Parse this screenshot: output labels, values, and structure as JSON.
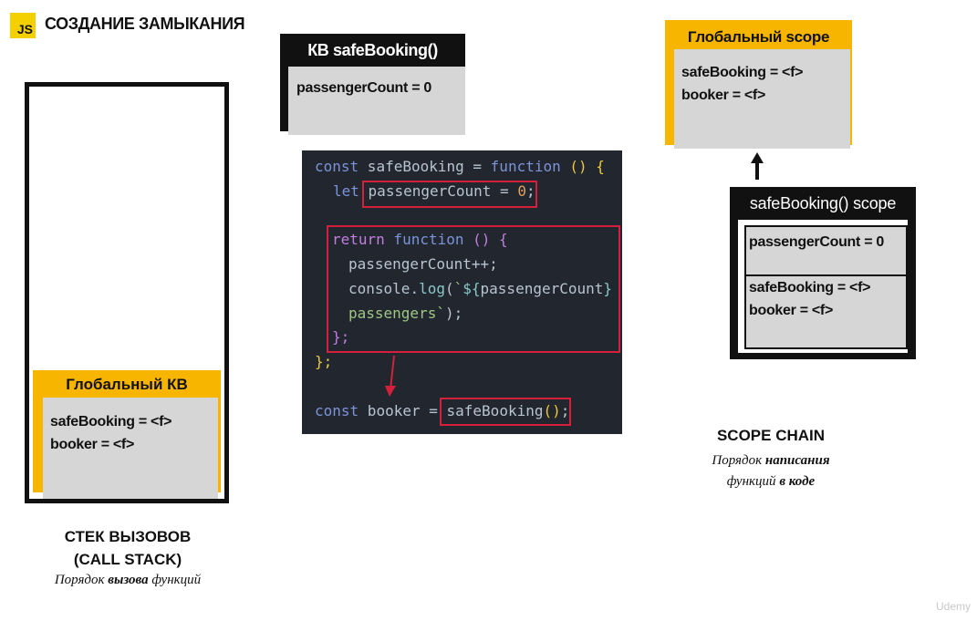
{
  "header": {
    "logo": "JS",
    "title": "СОЗДАНИЕ ЗАМЫКАНИЯ"
  },
  "call_stack": {
    "global_ec": {
      "title": "Глобальный КВ",
      "vars": [
        "safeBooking = <f>",
        "booker = <f>"
      ]
    },
    "label_line1": "СТЕК ВЫЗОВОВ",
    "label_line2": "(CALL STACK)",
    "sub_pre": "Порядок ",
    "sub_bold": "вызова",
    "sub_post": " функций"
  },
  "ec_safebooking": {
    "title": "КВ safeBooking()",
    "var": "passengerCount = 0"
  },
  "code": {
    "l1": {
      "kw_const": "const",
      "name": " safeBooking",
      "eq": " = ",
      "kw_function": "function",
      "parens": " ()",
      "brace": " {"
    },
    "l2": {
      "kw_let": "let",
      "name": "passengerCount",
      "eq": " = ",
      "num": "0",
      "semi": ";"
    },
    "l3": {
      "kw_return": "return",
      "kw_function": " function",
      "parens": " ()",
      "brace": " {"
    },
    "l4": {
      "text": "passengerCount++;"
    },
    "l5": {
      "obj": "console",
      "dot": ".",
      "fn": "log",
      "paren": "(",
      "str1": "`",
      "interp_open": "${",
      "var": "passengerCount",
      "interp_close": "}"
    },
    "l6": {
      "str": "passengers`",
      "close": ");"
    },
    "l7": {
      "text": "};"
    },
    "l8": {
      "text": "};"
    },
    "l9": {
      "kw_const": "const",
      "name": " booker",
      "eq": " = ",
      "call": "safeBooking",
      "parens": "()",
      "semi": ";"
    }
  },
  "global_scope": {
    "title": "Глобальный scope",
    "vars": [
      "safeBooking = <f>",
      "booker = <f>"
    ]
  },
  "safebooking_scope": {
    "title": "safeBooking() scope",
    "own_var": "passengerCount = 0",
    "inherited_vars": [
      "safeBooking = <f>",
      "booker = <f>"
    ]
  },
  "scope_chain": {
    "label": "SCOPE CHAIN",
    "sub1_pre": "Порядок ",
    "sub1_bold": "написания",
    "sub2_pre": "функций ",
    "sub2_bold": "в коде"
  },
  "watermark": "Udemy",
  "colors": {
    "yellow": "#f7b500",
    "gray": "#d6d6d6",
    "red": "#d4203a",
    "code_bg": "#22262e"
  }
}
